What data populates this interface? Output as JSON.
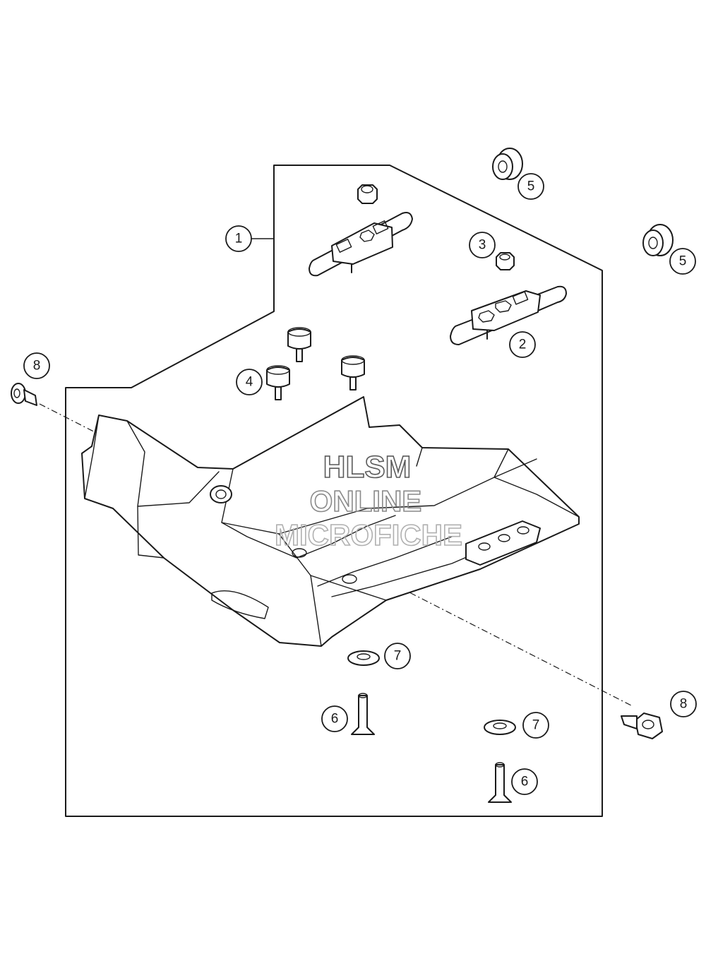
{
  "callouts": {
    "c1": "1",
    "c2": "2",
    "c3": "3",
    "c4": "4",
    "c5a": "5",
    "c5b": "5",
    "c6a": "6",
    "c6b": "6",
    "c7a": "7",
    "c7b": "7",
    "c8a": "8",
    "c8b": "8"
  },
  "watermark": {
    "line1": "HLSM",
    "line2": "ONLINE",
    "line3": "MICROFICHE"
  },
  "colors": {
    "line": "#1a1a1a",
    "watermark": "#9a9a9a",
    "background": "#ffffff"
  }
}
